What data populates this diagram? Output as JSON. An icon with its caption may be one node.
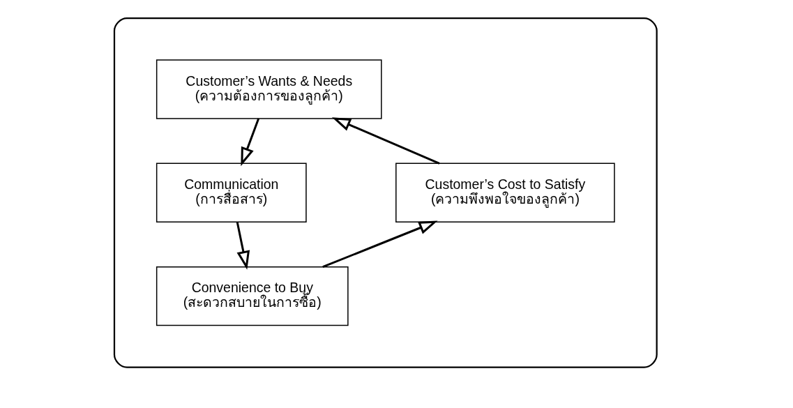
{
  "diagram": {
    "nodes": [
      {
        "text": [],
        "shape": "ellipse"
      },
      {
        "text": [
          "Customer’s Wants & Needs",
          "(ความต้องการของลูกค้า)"
        ],
        "in": 0
      },
      {
        "text": [
          "Communication",
          "(การสื่อสาร)"
        ],
        "in": 0
      },
      {
        "text": [
          "Convenience to Buy",
          "(สะดวกสบายในการซื้อ)"
        ],
        "in": 0
      },
      {
        "text": [
          "Customer’s Cost to Satisfy",
          "(ความพึงพอใจของลูกค้า)"
        ],
        "in": 0
      }
    ],
    "edges": [
      {
        "from": 1,
        "to": 2,
        "arrow": "to"
      },
      {
        "from": 2,
        "to": 3,
        "arrow": "to"
      },
      {
        "from": 3,
        "to": 4,
        "arrow": "to"
      },
      {
        "from": 4,
        "to": 1,
        "arrow": "to"
      }
    ]
  }
}
